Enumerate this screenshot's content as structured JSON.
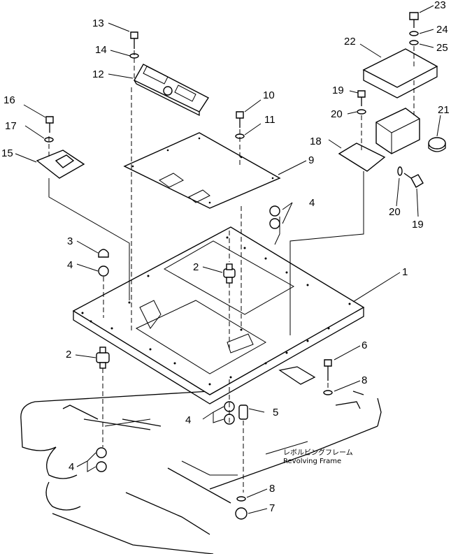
{
  "labels": {
    "n1": "1",
    "n2a": "2",
    "n2b": "2",
    "n3": "3",
    "n4a": "4",
    "n4b": "4",
    "n4c": "4",
    "n4d": "4",
    "n5": "5",
    "n6": "6",
    "n7": "7",
    "n8a": "8",
    "n8b": "8",
    "n9": "9",
    "n10": "10",
    "n11": "11",
    "n12": "12",
    "n13": "13",
    "n14": "14",
    "n15": "15",
    "n16": "16",
    "n17": "17",
    "n18": "18",
    "n19a": "19",
    "n19b": "19",
    "n20a": "20",
    "n20b": "20",
    "n21": "21",
    "n22": "22",
    "n23": "23",
    "n24": "24",
    "n25": "25"
  },
  "caption": {
    "japanese": "レボルビングフレーム",
    "english": "Revolving Frame"
  }
}
